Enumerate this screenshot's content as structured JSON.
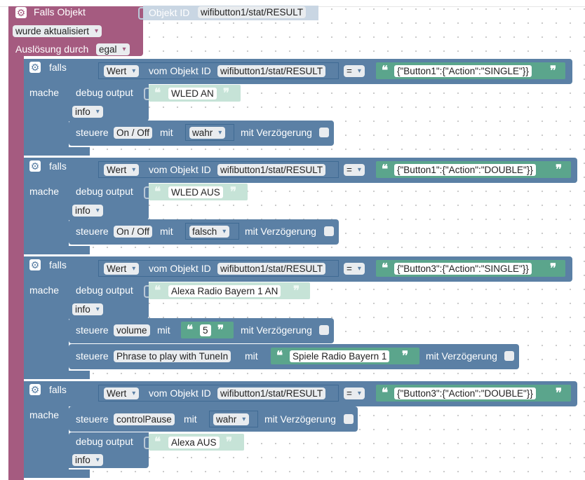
{
  "event": {
    "title": "Falls Objekt",
    "object_label": "Objekt ID",
    "object_id": "wifibutton1/stat/RESULT",
    "trigger": "wurde aktualisiert",
    "ausloesung_label": "Auslösung durch",
    "ausloesung_value": "egal"
  },
  "labels": {
    "falls": "falls",
    "mache": "mache",
    "wert": "Wert",
    "vom_objekt": "vom Objekt ID",
    "eq": "=",
    "debug_output": "debug output",
    "steuere": "steuere",
    "mit": "mit",
    "mit_verz": "mit Verzögerung",
    "quote_open": "❝",
    "quote_close": "❞"
  },
  "blocks": [
    {
      "object_id": "wifibutton1/stat/RESULT",
      "compare_value": "{\"Button1\":{\"Action\":\"SINGLE\"}}",
      "debug_text": "WLED AN",
      "debug_level": "info",
      "steuere": [
        {
          "target": "On / Off",
          "value": "wahr"
        }
      ]
    },
    {
      "object_id": "wifibutton1/stat/RESULT",
      "compare_value": "{\"Button1\":{\"Action\":\"DOUBLE\"}}",
      "debug_text": "WLED AUS",
      "debug_level": "info",
      "steuere": [
        {
          "target": "On / Off",
          "value": "falsch"
        }
      ]
    },
    {
      "object_id": "wifibutton1/stat/RESULT",
      "compare_value": "{\"Button3\":{\"Action\":\"SINGLE\"}}",
      "debug_text": "Alexa Radio Bayern 1 AN",
      "debug_level": "info",
      "steuere": [
        {
          "target": "volume",
          "value": "5"
        },
        {
          "target": "Phrase to play with TuneIn",
          "value": "Spiele Radio Bayern 1"
        }
      ]
    },
    {
      "object_id": "wifibutton1/stat/RESULT",
      "compare_value": "{\"Button3\":{\"Action\":\"DOUBLE\"}}",
      "debug_text": "Alexa AUS",
      "debug_level": "info",
      "steuere": [
        {
          "target": "controlPause",
          "value": "wahr"
        }
      ]
    }
  ],
  "colors": {
    "event": "#a55b80",
    "logic": "#5b80a5",
    "text": "#5ba58c",
    "text_light": "#c6e3d7",
    "workspace": "#ffffff"
  },
  "icons": {
    "gear": "gear-icon",
    "dropdown": "chevron-down-icon"
  }
}
